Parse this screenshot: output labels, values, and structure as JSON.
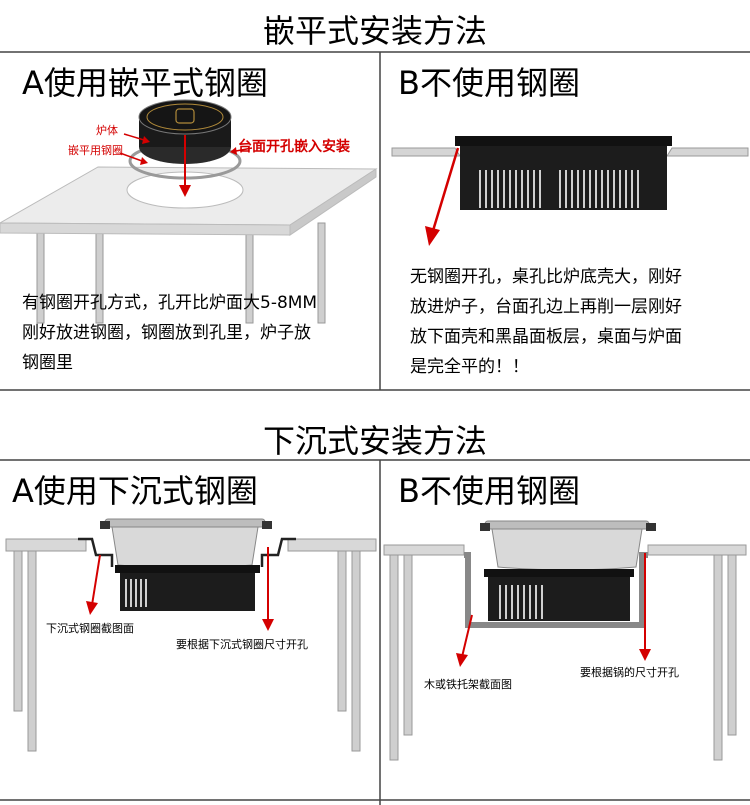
{
  "section1": {
    "title": "嵌平式安装方法",
    "left": {
      "heading": "A使用嵌平式钢圈",
      "label_body": "炉体",
      "label_ring": "嵌平用钢圈",
      "label_embed": "台面开孔嵌入安装",
      "desc": [
        "有钢圈开孔方式，孔开比炉面大5-8MM",
        "刚好放进钢圈，钢圈放到孔里，炉子放",
        "钢圈里"
      ]
    },
    "right": {
      "heading": "B不使用钢圈",
      "desc": [
        "无钢圈开孔，桌孔比炉底壳大，刚好",
        "放进炉子，台面孔边上再削一层刚好",
        "放下面壳和黑晶面板层，桌面与炉面",
        "是完全平的！！"
      ]
    }
  },
  "section2": {
    "title": "下沉式安装方法",
    "left": {
      "heading": "A使用下沉式钢圈",
      "label_ring": "下沉式钢圈截图面",
      "label_hole": "要根据下沉式钢圈尺寸开孔"
    },
    "right": {
      "heading": "B不使用钢圈",
      "label_support": "木或铁托架截面图",
      "label_hole": "要根据锅的尺寸开孔"
    }
  },
  "colors": {
    "accent": "#d40000",
    "border": "#555555",
    "cooktop": "#1a1a1a"
  }
}
